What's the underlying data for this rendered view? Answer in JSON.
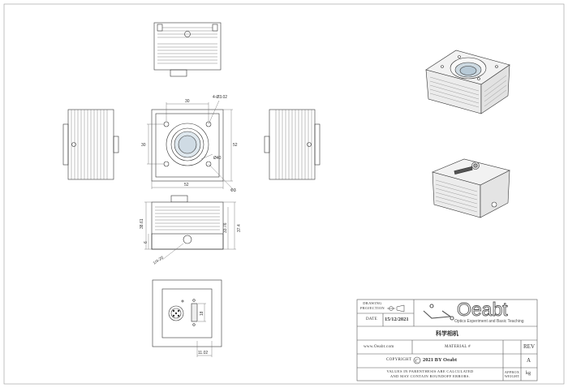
{
  "drawing": {
    "dimensions": {
      "top_width_30": "30",
      "hole_pattern": "4-Ø3.02",
      "left_height_30": "30",
      "right_height_52": "52",
      "bottom_width_52": "52",
      "lens_dia": "Ø40",
      "diagonal_mark": "ФЗ",
      "side_total_h": "38.61",
      "side_body_h": "33.76",
      "side_full_h": "37.4",
      "side_base_h": "6",
      "thread": "1/4-20",
      "usb_h": "18",
      "usb_offset": "11.02"
    }
  },
  "title_block": {
    "drawing_projection_label": "DRAWING\nPROJECTION",
    "date_label": "DATE",
    "date_value": "15/12/2021",
    "logo_text": "Oeabt",
    "logo_tagline": "Optics Experiment and Basic Teaching",
    "part_name": "科学相机",
    "website": "www.Oeabt.com",
    "material_label": "MATERIAL #",
    "rev_label": "REV",
    "copyright_prefix": "COPYRIGHT",
    "copyright_text": "2021 BY Oeabt",
    "rev_value": "A",
    "values_note_1": "VALUES IN PARENTHESIS ARE CALCULATED",
    "values_note_2": "AND MAY CONTAIN ROUNDOFF ERRORS.",
    "approx_weight": "APPROX\nWEIGHT",
    "weight_unit": "kg"
  },
  "colors": {
    "line": "#333333",
    "thin": "#666666",
    "fill_gray": "#e8e8e8"
  }
}
